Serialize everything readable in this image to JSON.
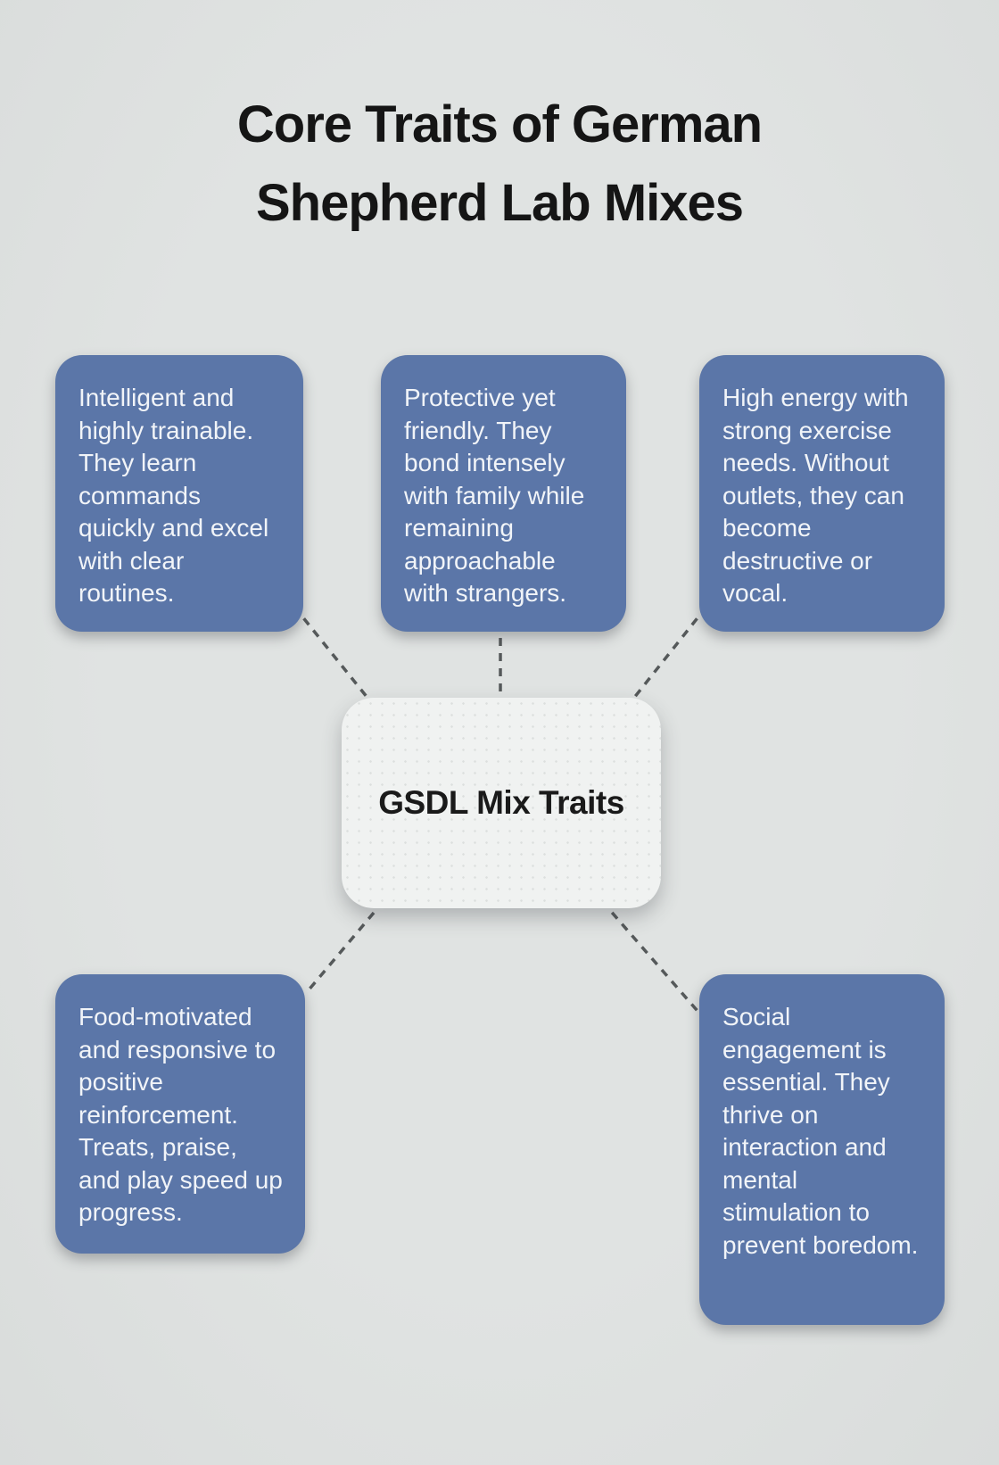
{
  "title": {
    "line1": "Core Traits of German",
    "line2": "Shepherd Lab Mixes"
  },
  "center": {
    "label": "GSDL Mix Traits"
  },
  "nodes": [
    {
      "id": "trainability",
      "text": "Intelligent and highly trainable. They learn commands quickly and excel with clear routines."
    },
    {
      "id": "temperament",
      "text": "Protective yet friendly. They bond intensely with family while remaining approachable with strangers."
    },
    {
      "id": "energy",
      "text": "High energy with strong exercise needs. Without outlets, they can become destructive or vocal."
    },
    {
      "id": "motivation",
      "text": "Food-motivated and responsive to positive reinforcement. Treats, praise, and play speed up progress."
    },
    {
      "id": "social",
      "text": "Social engagement is essential. They thrive on interaction and mental stimulation to prevent boredom."
    }
  ],
  "colors": {
    "background": "#e0e3e2",
    "node_bg": "#5b76a8",
    "node_text": "#f1f4f8",
    "center_bg": "#f0f2f1",
    "center_text": "#1a1a1a",
    "title_text": "#151515",
    "connector": "#55595a"
  }
}
